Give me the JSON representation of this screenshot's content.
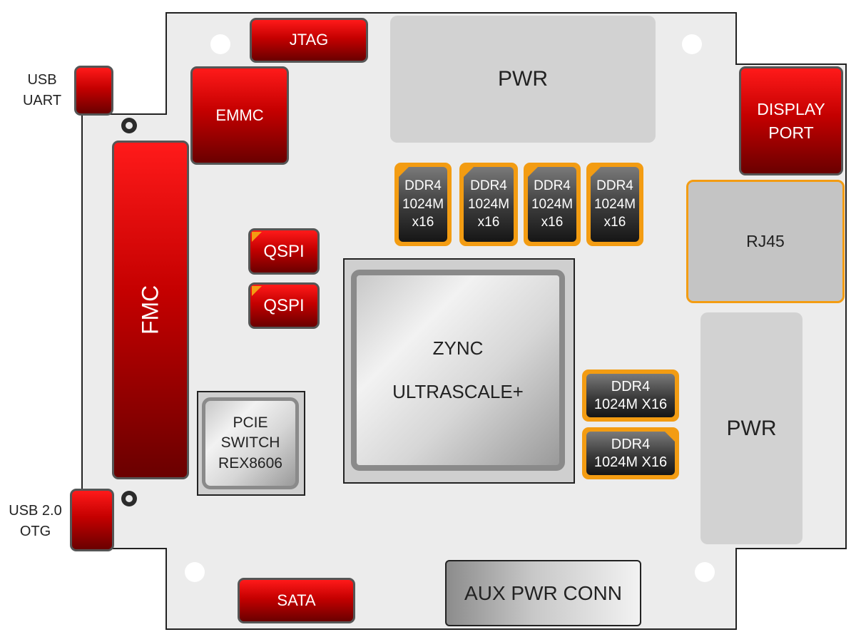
{
  "labels": {
    "jtag": "JTAG",
    "usb_uart": "USB\nUART",
    "emmc": "EMMC",
    "fmc": "FMC",
    "pwr_top": "PWR",
    "pwr_right": "PWR",
    "display_port": "DISPLAY\nPORT",
    "rj45": "RJ45",
    "qspi_1": "QSPI",
    "qspi_2": "QSPI",
    "zync_line1": "ZYNC",
    "zync_line2": "ULTRASCALE+",
    "pcie": "PCIE\nSWITCH\nREX8606",
    "usb_otg": "USB 2.0\nOTG",
    "sata": "SATA",
    "aux_pwr": "AUX PWR CONN"
  },
  "ddr_top": [
    {
      "text": "DDR4\n1024M\nx16"
    },
    {
      "text": "DDR4\n1024M\nx16"
    },
    {
      "text": "DDR4\n1024M\nx16"
    },
    {
      "text": "DDR4\n1024M\nx16"
    }
  ],
  "ddr_side": [
    {
      "text": "DDR4\n1024M X16"
    },
    {
      "text": "DDR4\n1024M X16"
    }
  ],
  "colors": {
    "board": "#ececec",
    "board_edge": "#222222",
    "accent_orange": "#f39c12",
    "connector_red": "#d40000"
  }
}
